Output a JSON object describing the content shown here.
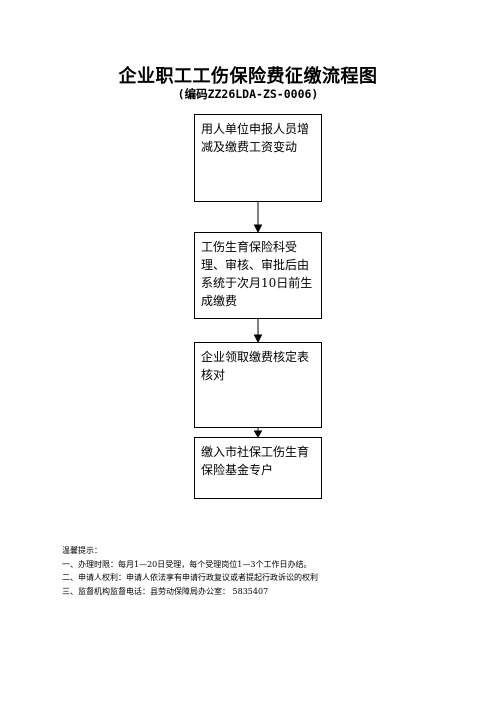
{
  "title": "企业职工工伤保险费征缴流程图",
  "subtitle": "(编码ZZ26LDA-ZS-0006)",
  "steps": [
    "用人单位申报人员增减及缴费工资变动",
    "工伤生育保险科受理、审核、审批后由系统于次月10日前生成缴费",
    "企业领取缴费核定表核对",
    "缴入市社保工伤生育保险基金专户"
  ],
  "notes": {
    "heading": "温馨提示：",
    "lines": [
      "一、办理时限：每月1—20日受理，每个受理岗位1—3个工作日办结。",
      "二、申请人权利：申请人依法享有申请行政复议或者提起行政诉讼的权利",
      "三、监督机构监督电话：县劳动保障局办公室： 5835407"
    ]
  }
}
